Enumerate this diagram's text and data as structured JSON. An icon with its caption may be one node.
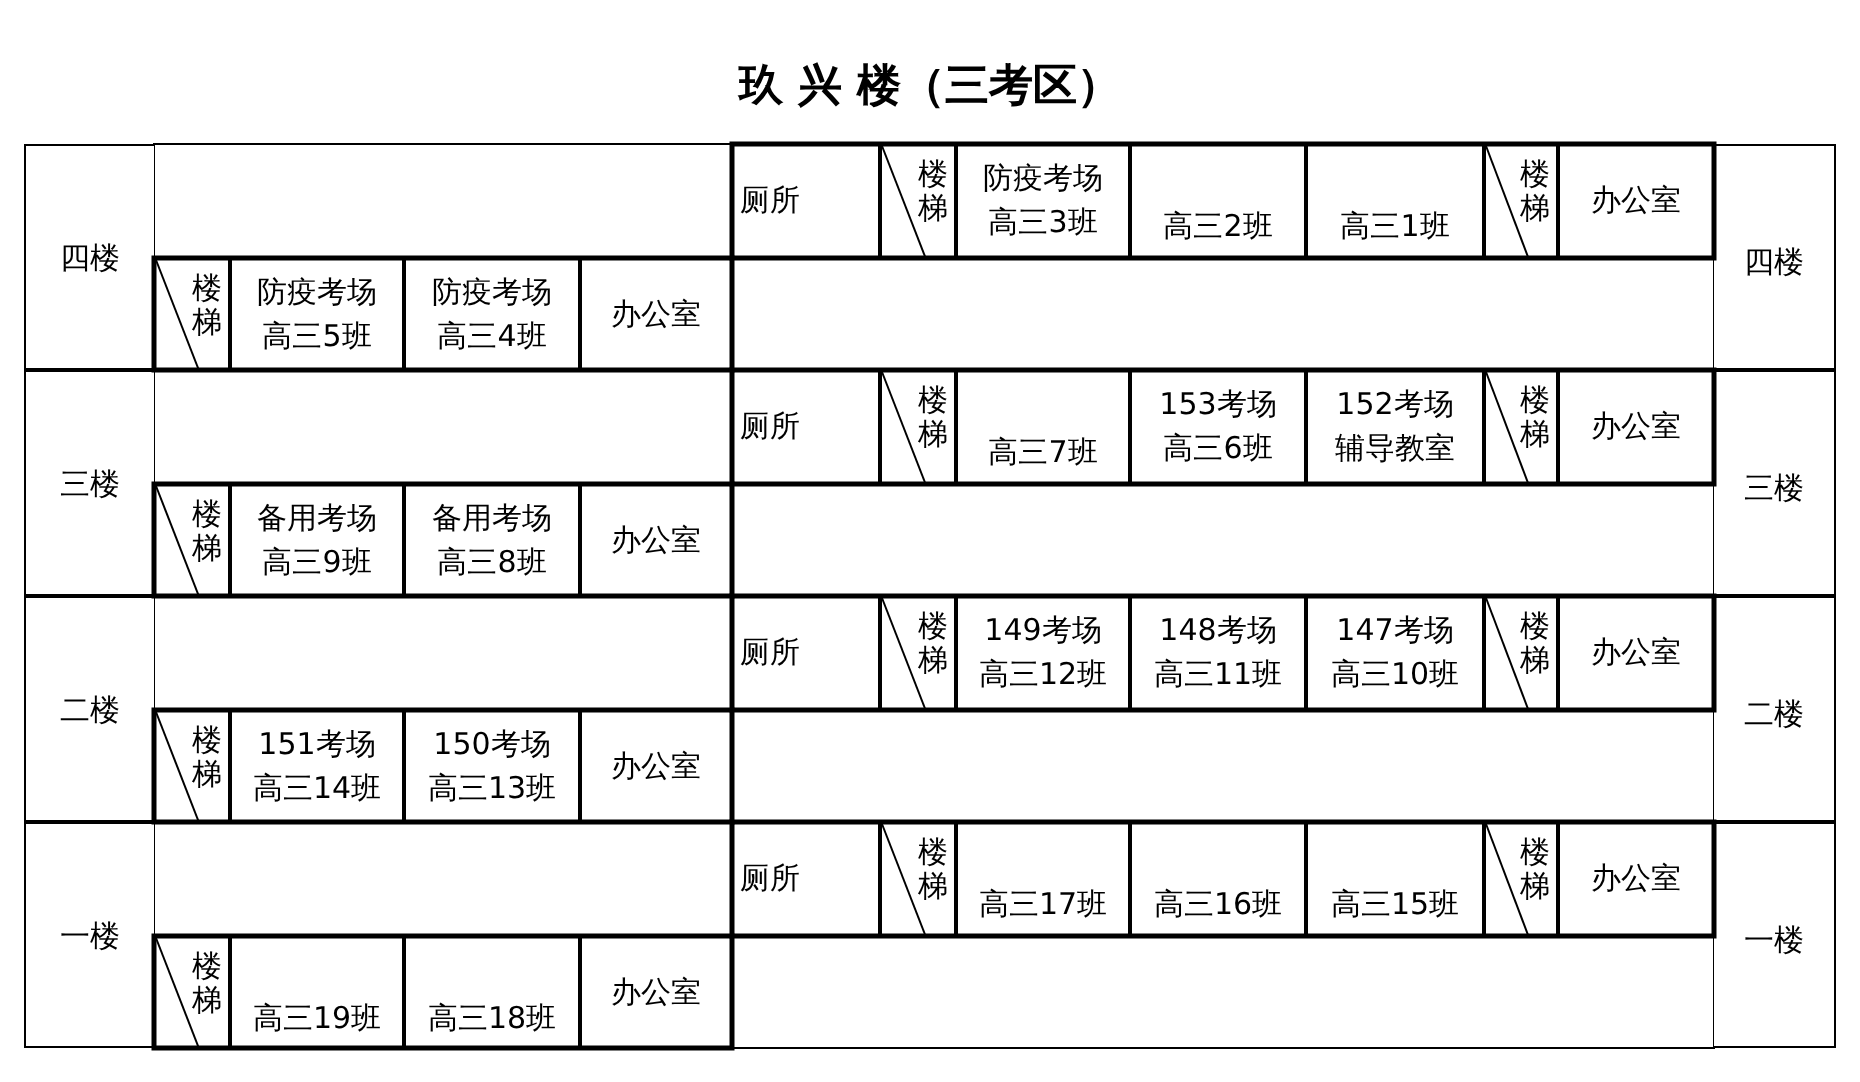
{
  "diagram": {
    "title": "玖 兴 楼（三考区）",
    "nodes": [
      {
        "text": [
          "四楼"
        ]
      },
      {
        "text": [
          "四楼"
        ]
      },
      {
        "text": [
          "厕所"
        ]
      },
      {
        "text": [
          "楼梯"
        ]
      },
      {
        "text": [
          "防疫考场",
          "高三3班"
        ]
      },
      {
        "text": [
          "高三2班"
        ]
      },
      {
        "text": [
          "高三1班"
        ]
      },
      {
        "text": [
          "楼梯"
        ]
      },
      {
        "text": [
          "办公室"
        ]
      },
      {
        "text": [
          "楼梯"
        ]
      },
      {
        "text": [
          "防疫考场",
          "高三5班"
        ]
      },
      {
        "text": [
          "防疫考场",
          "高三4班"
        ]
      },
      {
        "text": [
          "办公室"
        ]
      },
      {
        "text": [
          "三楼"
        ]
      },
      {
        "text": [
          "三楼"
        ]
      },
      {
        "text": [
          "厕所"
        ]
      },
      {
        "text": [
          "楼梯"
        ]
      },
      {
        "text": [
          "高三7班"
        ]
      },
      {
        "text": [
          "153考场",
          "高三6班"
        ]
      },
      {
        "text": [
          "152考场",
          "辅导教室"
        ]
      },
      {
        "text": [
          "楼梯"
        ]
      },
      {
        "text": [
          "办公室"
        ]
      },
      {
        "text": [
          "楼梯"
        ]
      },
      {
        "text": [
          "备用考场",
          "高三9班"
        ]
      },
      {
        "text": [
          "备用考场",
          "高三8班"
        ]
      },
      {
        "text": [
          "办公室"
        ]
      },
      {
        "text": [
          "二楼"
        ]
      },
      {
        "text": [
          "二楼"
        ]
      },
      {
        "text": [
          "厕所"
        ]
      },
      {
        "text": [
          "楼梯"
        ]
      },
      {
        "text": [
          "149考场",
          "高三12班"
        ]
      },
      {
        "text": [
          "148考场",
          "高三11班"
        ]
      },
      {
        "text": [
          "147考场",
          "高三10班"
        ]
      },
      {
        "text": [
          "楼梯"
        ]
      },
      {
        "text": [
          "办公室"
        ]
      },
      {
        "text": [
          "楼梯"
        ]
      },
      {
        "text": [
          "151考场",
          "高三14班"
        ]
      },
      {
        "text": [
          "150考场",
          "高三13班"
        ]
      },
      {
        "text": [
          "办公室"
        ]
      },
      {
        "text": [
          "一楼"
        ]
      },
      {
        "text": [
          "一楼"
        ]
      },
      {
        "text": [
          "厕所"
        ]
      },
      {
        "text": [
          "楼梯"
        ]
      },
      {
        "text": [
          "高三17班"
        ]
      },
      {
        "text": [
          "高三16班"
        ]
      },
      {
        "text": [
          "高三15班"
        ]
      },
      {
        "text": [
          "楼梯"
        ]
      },
      {
        "text": [
          "办公室"
        ]
      },
      {
        "text": [
          "楼梯"
        ]
      },
      {
        "text": [
          "高三19班"
        ]
      },
      {
        "text": [
          "高三18班"
        ]
      },
      {
        "text": [
          "办公室"
        ]
      }
    ]
  }
}
